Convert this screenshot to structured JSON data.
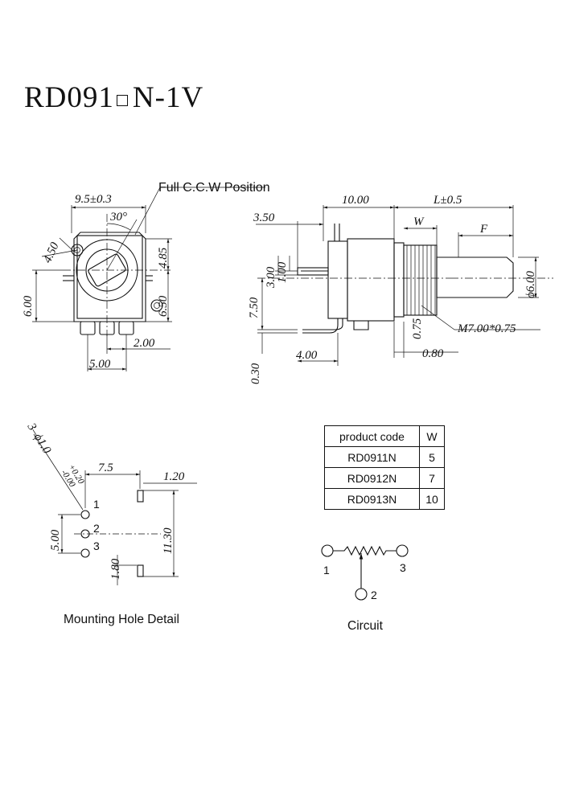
{
  "title": {
    "model": "RD091",
    "suffix": "N-1V"
  },
  "front_view": {
    "ccw_label": "Full C.C.W Position",
    "dims": {
      "width": "9.5±0.3",
      "angle": "30°",
      "diag": "4.50",
      "right_top": "4.85",
      "right_bottom": "6.50",
      "left": "6.00",
      "pin_pitch": "2.00",
      "pin_span": "5.00"
    }
  },
  "side_view": {
    "dims": {
      "body_len": "10.00",
      "shaft_len": "L±0.5",
      "pin_offset": "3.50",
      "w": "W",
      "f": "F",
      "h3": "3.00",
      "h1": "1.00",
      "h75": "7.50",
      "h030": "0.30",
      "v075": "0.75",
      "thread": "M7.00*0.75",
      "dia": "ϕ6.00",
      "base": "4.00",
      "gap": "0.80"
    }
  },
  "mounting": {
    "holes_label": "3–ϕ1.0",
    "tol_plus": "+0.20",
    "tol_minus": "-0.00",
    "h_spacing": "7.5",
    "slot_w": "1.20",
    "slot_span": "11.30",
    "hole_span": "5.00",
    "slot_h": "1.80",
    "pins": [
      "1",
      "2",
      "3"
    ],
    "caption": "Mounting Hole Detail"
  },
  "table": {
    "headers": [
      "product code",
      "W"
    ],
    "rows": [
      {
        "code": "RD0911N",
        "w": "5"
      },
      {
        "code": "RD0912N",
        "w": "7"
      },
      {
        "code": "RD0913N",
        "w": "10"
      }
    ]
  },
  "circuit": {
    "pins": [
      "1",
      "2",
      "3"
    ],
    "caption": "Circuit"
  }
}
